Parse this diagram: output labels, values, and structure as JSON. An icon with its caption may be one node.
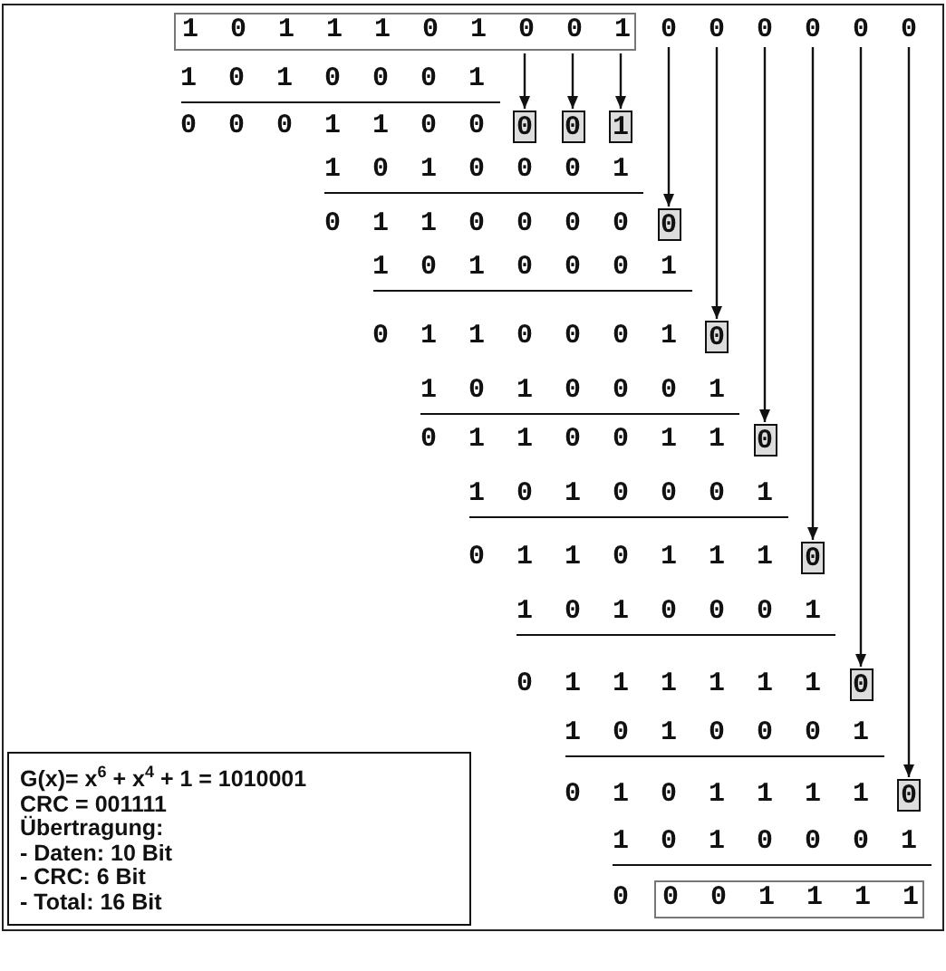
{
  "diagram": {
    "nodes": [
      {
        "text": [
          "1 0 1 1 1 0 1 0 0 1"
        ]
      },
      {
        "text": [
          "0"
        ]
      },
      {
        "text": [
          "0"
        ]
      },
      {
        "text": [
          "0"
        ]
      },
      {
        "text": [
          "0"
        ]
      },
      {
        "text": [
          "0"
        ]
      },
      {
        "text": [
          "0"
        ]
      },
      {
        "text": [
          "0"
        ]
      },
      {
        "text": [
          "0"
        ]
      },
      {
        "text": [
          "1"
        ]
      },
      {
        "text": [
          "0"
        ]
      },
      {
        "text": [
          "0"
        ]
      },
      {
        "text": [
          "0"
        ]
      },
      {
        "text": [
          "0"
        ]
      },
      {
        "text": [
          "0"
        ]
      },
      {
        "text": [
          "0"
        ]
      },
      {
        "text": [
          "0 0 1 1 1 1"
        ]
      },
      {
        "text": [
          "G(x)= x$^{6}$ + x$^{4}$ + 1 = 1010001",
          "CRC = 001111",
          "Übertragung:",
          "- Daten: 10 Bit",
          "- CRC: 6 Bit",
          "- Total: 16 Bit"
        ]
      }
    ],
    "edges": [
      {
        "from": 0,
        "to": 7,
        "arrow": "to"
      },
      {
        "from": 0,
        "to": 8,
        "arrow": "to"
      },
      {
        "from": 0,
        "to": 9,
        "arrow": "to"
      },
      {
        "from": 1,
        "to": 10,
        "arrow": "to"
      },
      {
        "from": 2,
        "to": 11,
        "arrow": "to"
      },
      {
        "from": 3,
        "to": 12,
        "arrow": "to"
      },
      {
        "from": 4,
        "to": 13,
        "arrow": "to"
      },
      {
        "from": 5,
        "to": 14,
        "arrow": "to"
      },
      {
        "from": 6,
        "to": 15,
        "arrow": "to"
      }
    ],
    "labels": [
      "1 0 1 0 0 0 1",
      "0 0 0 1 1 0 0",
      "1 0 1 0 0 0 1",
      "0 1 1 0 0 0 0",
      "1 0 1 0 0 0 1",
      "0 1 1 0 0 0 1",
      "1 0 1 0 0 0 1",
      "0 1 1 0 0 1 1",
      "1 0 1 0 0 0 1",
      "0 1 1 0 1 1 1",
      "1 0 1 0 0 0 1",
      "0 1 1 1 1 1 1",
      "1 0 1 0 0 0 1",
      "0 1 0 1 1 1 1",
      "1 0 1 0 0 0 1",
      "0"
    ]
  }
}
